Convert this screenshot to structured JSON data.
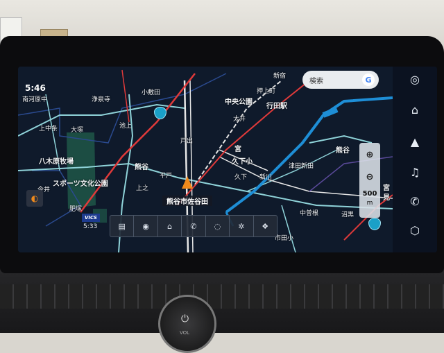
{
  "time_display": "5:46",
  "search": {
    "label": "検索",
    "provider_icon": "G"
  },
  "vics": {
    "badge": "VICS",
    "time": "5:33"
  },
  "current_place": "熊谷市佐谷田",
  "scale": {
    "value": "500",
    "unit": "m"
  },
  "map_labels": [
    {
      "text": "南河原中"
    },
    {
      "text": "浄泉寺"
    },
    {
      "text": "小敷田"
    },
    {
      "text": "中央公園"
    },
    {
      "text": "押上町"
    },
    {
      "text": "行田駅"
    },
    {
      "text": "新宿"
    },
    {
      "text": "上中条"
    },
    {
      "text": "大塚"
    },
    {
      "text": "池上"
    },
    {
      "text": "戸出"
    },
    {
      "text": "太井"
    },
    {
      "text": "八木原牧場"
    },
    {
      "text": "熊谷"
    },
    {
      "text": "久下小"
    },
    {
      "text": "平戸"
    },
    {
      "text": "津田新田"
    },
    {
      "text": "熊谷"
    },
    {
      "text": "スポーツ文化公園"
    },
    {
      "text": "久下"
    },
    {
      "text": "新川"
    },
    {
      "text": "宮"
    },
    {
      "text": "見"
    },
    {
      "text": "上之"
    },
    {
      "text": "中曽根"
    },
    {
      "text": "沼黒"
    },
    {
      "text": "市田小"
    },
    {
      "text": "宮"
    },
    {
      "text": "今井"
    },
    {
      "text": "肥塚"
    }
  ],
  "toolbar_icons": [
    "map-menu-icon",
    "navigation-icon",
    "destination-icon",
    "phone-route-icon",
    "voice-icon",
    "settings-icon",
    "traffic-icon"
  ],
  "sidebar_icons": [
    "assistant-icon",
    "home-icon",
    "navigation-arrow-icon",
    "music-icon",
    "phone-icon",
    "apps-cube-icon"
  ],
  "colors": {
    "road_red": "#e03a3a",
    "river_blue": "#1e8ed6",
    "road_white": "#e6e6e6",
    "road_cyan": "#8fd3d9",
    "map_bg": "#0f1a2b",
    "arrow": "#f08a1c"
  }
}
